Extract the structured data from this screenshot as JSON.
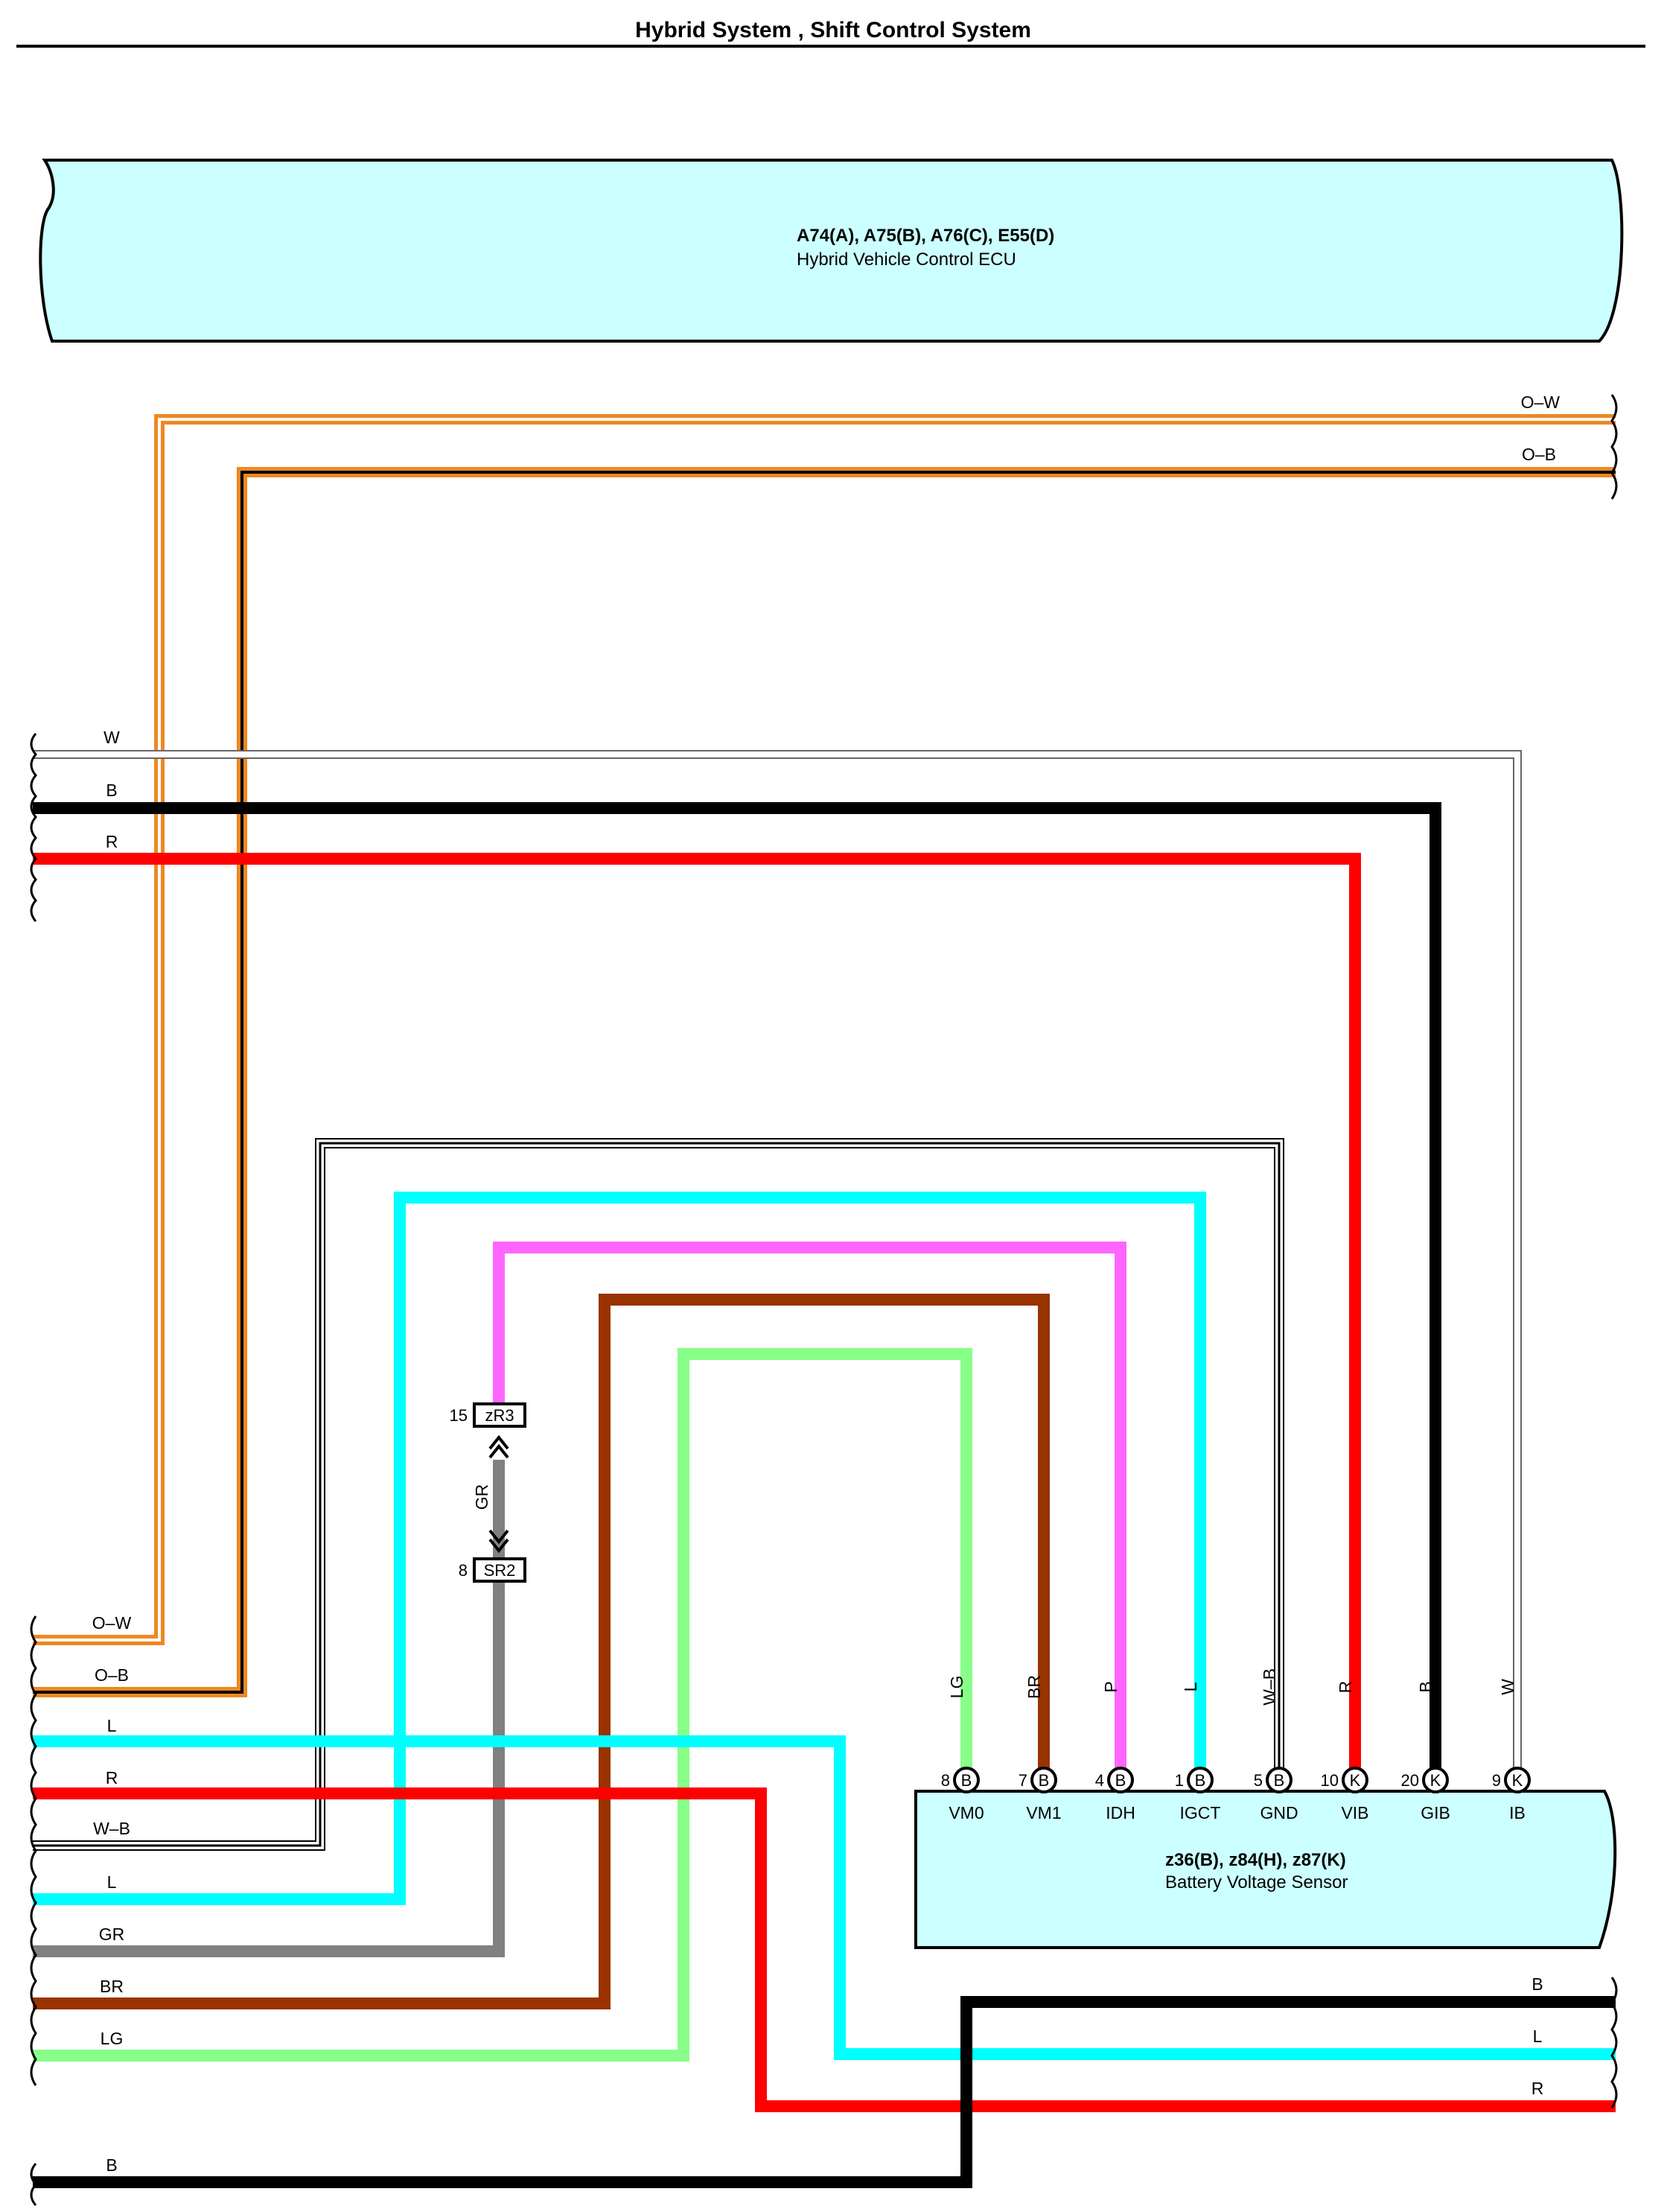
{
  "title": "Hybrid System , Shift Control System",
  "ecu": {
    "code": "A74(A), A75(B), A76(C), E55(D)",
    "name": "Hybrid Vehicle Control ECU"
  },
  "sensor": {
    "code": "z36(B), z84(H), z87(K)",
    "name": "Battery Voltage Sensor",
    "pins": [
      {
        "num": "8",
        "conn": "B",
        "name": "VM0",
        "wire": "LG"
      },
      {
        "num": "7",
        "conn": "B",
        "name": "VM1",
        "wire": "BR"
      },
      {
        "num": "4",
        "conn": "B",
        "name": "IDH",
        "wire": "P"
      },
      {
        "num": "1",
        "conn": "B",
        "name": "IGCT",
        "wire": "L"
      },
      {
        "num": "5",
        "conn": "B",
        "name": "GND",
        "wire": "W–B"
      },
      {
        "num": "10",
        "conn": "K",
        "name": "VIB",
        "wire": "R"
      },
      {
        "num": "20",
        "conn": "K",
        "name": "GIB",
        "wire": "B"
      },
      {
        "num": "9",
        "conn": "K",
        "name": "IB",
        "wire": "W"
      }
    ]
  },
  "connectors": [
    {
      "pin": "15",
      "label": "zR3"
    },
    {
      "pin": "8",
      "label": "SR2"
    }
  ],
  "wire_labels": {
    "right_top": [
      "O–W",
      "O–B"
    ],
    "left_upper": [
      "W",
      "B",
      "R"
    ],
    "left_lower": [
      "O–W",
      "O–B",
      "L",
      "R",
      "W–B",
      "L",
      "GR",
      "BR",
      "LG"
    ],
    "left_bottom": "B",
    "right_bottom": [
      "B",
      "L",
      "R"
    ],
    "gr_vertical": "GR"
  },
  "colors": {
    "component_fill": "#ccffff",
    "orange": "#ee8822",
    "red": "#ff0000",
    "cyan": "#00ffff",
    "pink": "#ff66ff",
    "brown": "#993300",
    "light_green": "#88ff88",
    "gray": "#808080",
    "black": "#000000"
  }
}
